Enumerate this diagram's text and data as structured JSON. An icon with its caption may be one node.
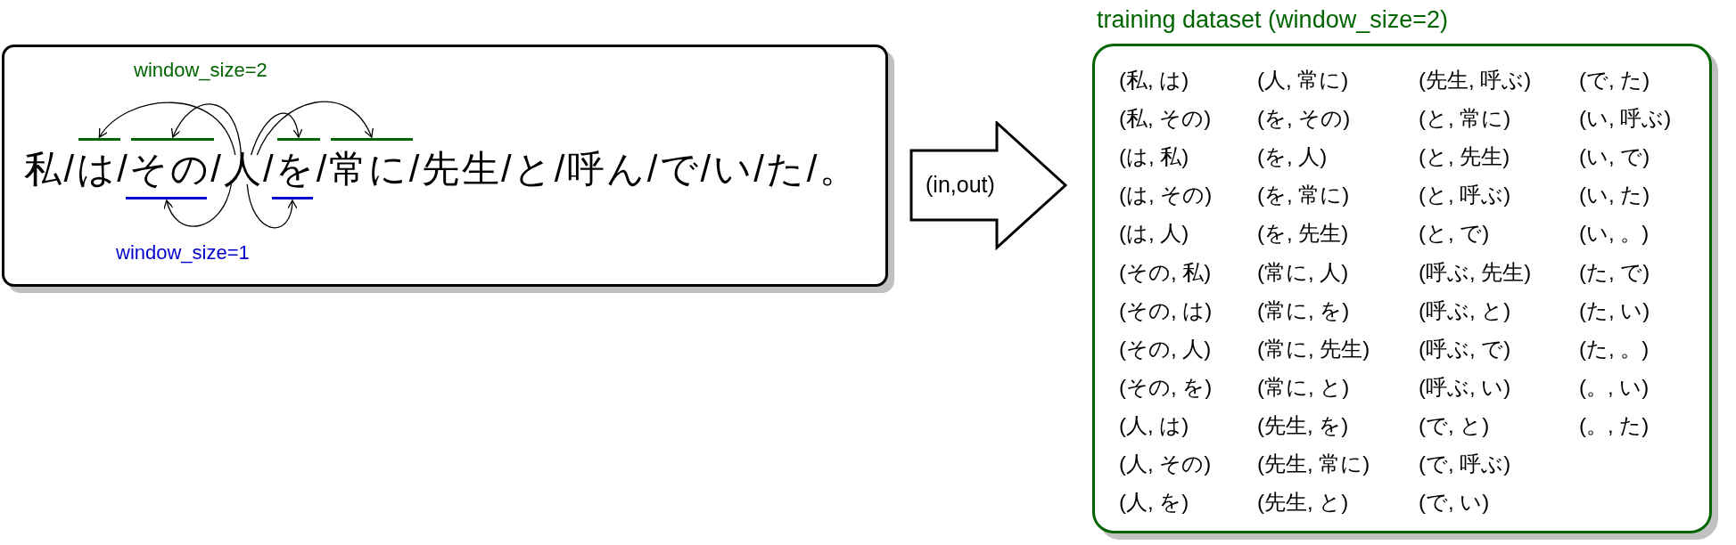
{
  "diagram": {
    "nodes": [
      {
        "text": [
          "私/は/その/人/を/常に/先生/と/呼ん/で/い/た/。"
        ]
      },
      {
        "text": [],
        "shape": "bar",
        "in": 0
      },
      {
        "text": [],
        "shape": "bar",
        "in": 0
      },
      {
        "text": [],
        "shape": "bar",
        "in": 0
      },
      {
        "text": [],
        "shape": "bar",
        "in": 0
      },
      {
        "text": [],
        "shape": "bar",
        "in": 0
      },
      {
        "text": [],
        "shape": "bar",
        "in": 0
      },
      {
        "text": [
          "(in,out)"
        ]
      },
      {
        "text": [
          "training dataset (window_size=2)"
        ]
      }
    ],
    "edges": [
      {
        "from": null,
        "to": 1,
        "arrow": "to"
      },
      {
        "from": null,
        "to": 2,
        "arrow": "to"
      },
      {
        "from": null,
        "to": 3,
        "arrow": "to"
      },
      {
        "from": null,
        "to": 4,
        "arrow": "to"
      },
      {
        "from": null,
        "to": 5,
        "arrow": "to"
      },
      {
        "from": null,
        "to": 6,
        "arrow": "to"
      }
    ],
    "labels": [
      "window_size=2",
      "window_size=1",
      "(私, は)",
      "(人, 常に)",
      "(先生, 呼ぶ)",
      "(で, た)",
      "(私, その)",
      "(を, その)",
      "(と, 常に)",
      "(い, 呼ぶ)",
      "(は, 私)",
      "(を, 人)",
      "(と, 先生)",
      "(い, で)",
      "(は, その)",
      "(を, 常に)",
      "(と, 呼ぶ)",
      "(い, た)",
      "(は, 人)",
      "(を, 先生)",
      "(と, で)",
      "(い, 。)",
      "(その, 私)",
      "(常に, 人)",
      "(呼ぶ, 先生)",
      "(た, で)",
      "(その, は)",
      "(常に, を)",
      "(呼ぶ, と)",
      "(た, い)",
      "(その, 人)",
      "(常に, 先生)",
      "(呼ぶ, で)",
      "(た, 。)",
      "(その, を)",
      "(常に, と)",
      "(呼ぶ, い)",
      "(。, い)",
      "(人, は)",
      "(先生, を)",
      "(で, と)",
      "(。, た)",
      "(人, その)",
      "(先生, 常に)",
      "(で, 呼ぶ)",
      "(人, を)",
      "(先生, と)",
      "(で, い)"
    ]
  }
}
